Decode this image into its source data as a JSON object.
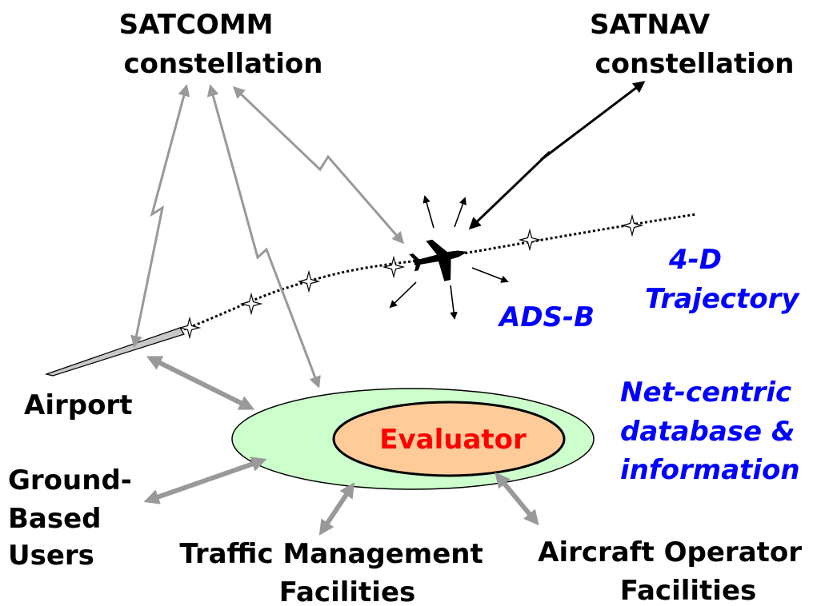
{
  "labels": {
    "satcomm": [
      "SATCOMM",
      "constellation"
    ],
    "satnav": [
      "SATNAV",
      "constellation"
    ],
    "trajectory": [
      "4-D",
      "Trajectory"
    ],
    "adsb": "ADS-B",
    "airport": "Airport",
    "ground": [
      "Ground-",
      "Based",
      "Users"
    ],
    "netcentric": [
      "Net-centric",
      "database &",
      "information"
    ],
    "evaluator": "Evaluator",
    "traffic": [
      "Traffic Management",
      "Facilities"
    ],
    "operator": [
      "Aircraft Operator",
      "Facilities"
    ]
  },
  "colors": {
    "text": "#000000",
    "italic_text": "#0000ff",
    "evaluator_text": "#ff0000",
    "outer_ellipse_fill": "#ccffcc",
    "inner_ellipse_fill": "#ffcc99",
    "arrow_gray": "#999999",
    "runway_fill": "#c8c8c8"
  },
  "icons": [
    "aircraft-icon",
    "waypoint-star-icon",
    "runway-icon"
  ]
}
